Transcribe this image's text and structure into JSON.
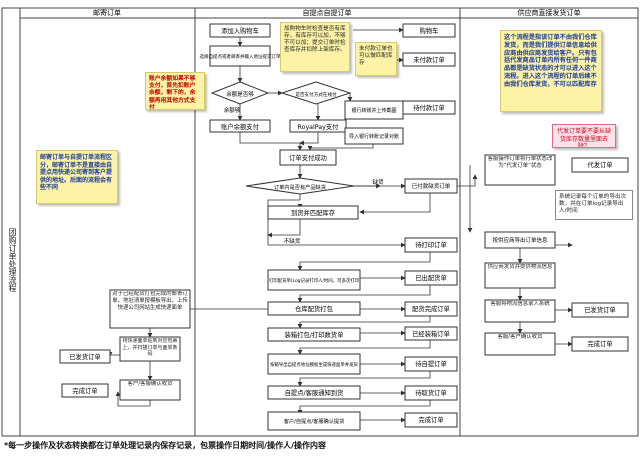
{
  "lanes": {
    "side": "团购订单处理流程",
    "mail": "邮寄订单",
    "pickup": "自提点自提订单",
    "supplier": "供应商直接发货订单"
  },
  "nodes": {
    "add_cart": "添加入购物车",
    "select_pickup": "选择自提点或者邮寄并输入地址提交订单",
    "cart_check": "加购物车时检查是否有库存，有库存可以加，不够不可以加；提交订单时检查库存并扣除上架库存。",
    "cart": "购物车",
    "unpaid_note": "未付款订单也可以做匹配库存",
    "unpaid": "未付款订单",
    "balance_q": "余额是否够",
    "pay_method_q": "是否支付方式在线付",
    "enough": "余额够",
    "bank_transfer": "银行转账并上传截图",
    "wait_pay": "待付款订单",
    "balance_pay": "账户余额支付",
    "royalpay": "RoyalPay支付",
    "import_bank": "导入银行转账记录对账",
    "pay_success": "订单支付成功",
    "stock_q": "订单内是否有产品缺货",
    "short": "缺货",
    "shortage": "已付款缺货订单",
    "match_stock": "到货并匹配库存",
    "no_short": "不缺货",
    "wait_print": "待打印订单",
    "print_pick": "打印配货单(Log记录打印人/时间，可多次打印",
    "picked": "已出配货单",
    "warehouse_pick": "仓库配货打包",
    "pick_done": "配货完成订单",
    "pack_print": "装箱打包/打印数货单",
    "packed": "已经装箱订单",
    "export_pickup": "按箱导出自提点地址模板生成快递面单并发货",
    "wait_pickup": "待自提订单",
    "pickup_notify": "自提点/客服通知到货",
    "wait_take": "待取货订单",
    "customer_pickup": "客户/自提点/客服确认提货",
    "done_pickup": "完成订单",
    "mail_ship": "对于已经配货打包完成的邮寄订单，地址清单按模板导出，上传快递公司网站生成快递面单",
    "mail_sticker": "将快递面单贴到对应包裹上，并扫描订单与面单条码",
    "mail_shipped": "已发货订单",
    "mail_confirm": "客户/客服确认收货",
    "mail_done": "完成订单",
    "supplier_op": "客服操作订单将行单状态改为“代发订单”状态",
    "dropship": "代发订单",
    "export_supplier": "按供应商导出订单信息",
    "supplier_ship": "供应商发货并提供物流信息",
    "supplier_track": "客服将物流信息录入系统",
    "supplier_shipped": "已发货订单",
    "supplier_confirm": "客服/客户确认收货",
    "supplier_done": "完成订单"
  },
  "notes": {
    "balance_tip": "账户余额如果不够支付，首先扣账户余额，剩下的，余额再用其他方式支付",
    "mail_tip": "邮寄订单与自提订单流程区分，邮寄订单不是直接由自提点用快递公司寄到客户提供的地址。后面的流程会有些不同",
    "supplier_tip": "这个流程是指该订单不由我们仓库发货，而是我们提供订单信息给供应商由供应商发货给客户。只有包括代发商品订单内所有任何一件商品都是缺货状态的才可以进入这个流程。进入这个流程的订单后续不由我们仓库发货，不可以匹配库存",
    "dropship_tip": "代发订单要不要从缺货库存数量里面去除？",
    "export_tip": "系统记录每个订单的导出次数，并在订单log记录导出人/时间"
  },
  "footer": "*每一步操作及状态转换都在订单处理记录内保存记录，包票操作日期时间/操作人/操作内容"
}
